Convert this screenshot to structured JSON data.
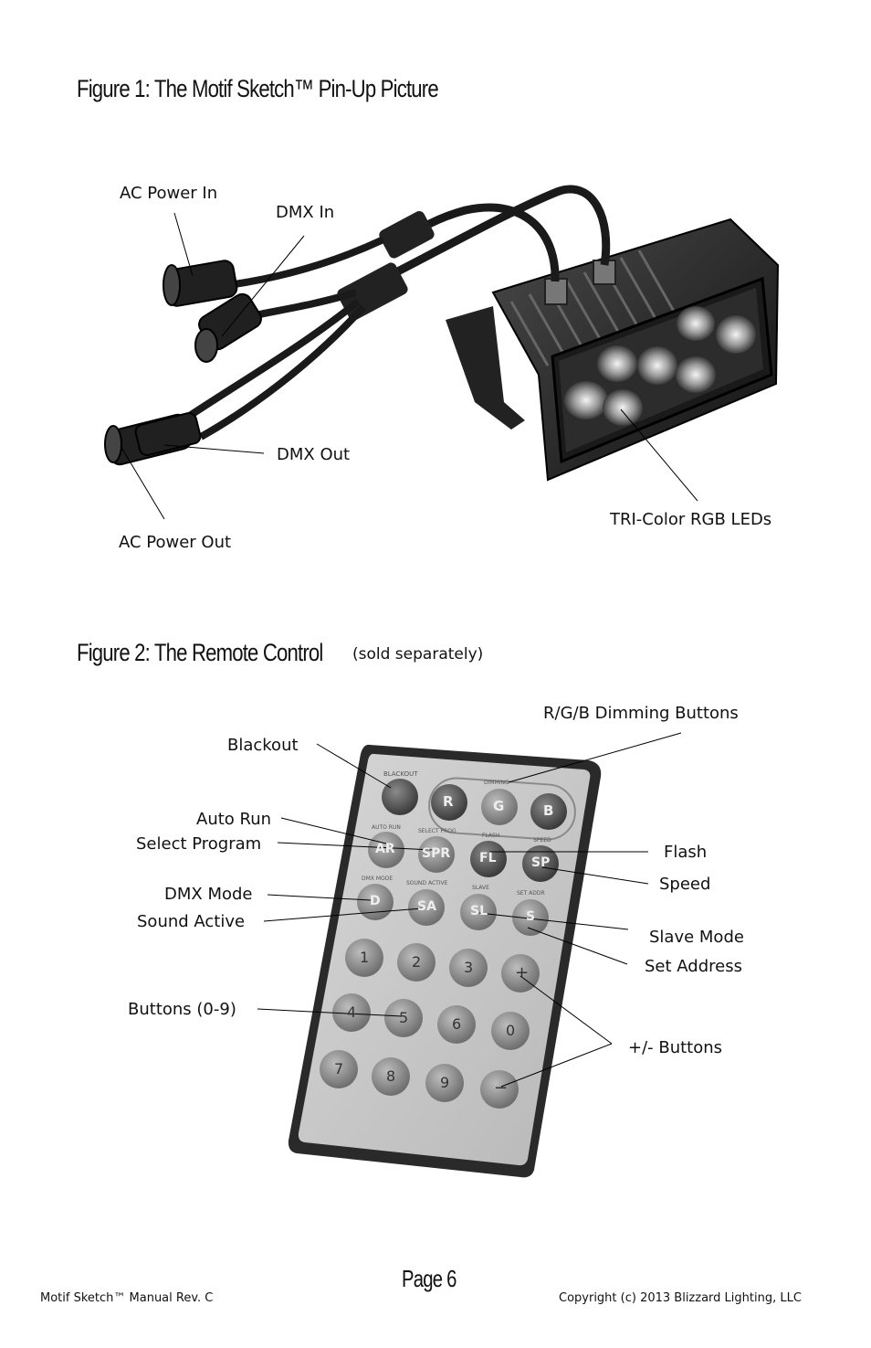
{
  "figure1": {
    "title": "Figure 1:  The Motif Sketch™ Pin-Up Picture",
    "labels": {
      "ac_power_in": "AC Power In",
      "dmx_in": "DMX In",
      "dmx_out": "DMX Out",
      "ac_power_out": "AC Power Out",
      "tri_color": "TRI-Color RGB LEDs"
    }
  },
  "figure2": {
    "title": "Figure 2: The Remote Control",
    "note": "(sold separately)",
    "labels": {
      "rgb_dimming": "R/G/B Dimming Buttons",
      "blackout": "Blackout",
      "auto_run": "Auto Run",
      "select_program": "Select Program",
      "flash": "Flash",
      "speed": "Speed",
      "dmx_mode": "DMX Mode",
      "sound_active": "Sound Active",
      "slave_mode": "Slave Mode",
      "set_address": "Set Address",
      "buttons_0_9": "Buttons (0-9)",
      "plus_minus": "+/- Buttons"
    },
    "remote": {
      "blackout_caption": "BLACKOUT",
      "dimming_caption": "DIMMING",
      "rgb": [
        "R",
        "G",
        "B"
      ],
      "row_captions": [
        "AUTO RUN",
        "SELECT PROG",
        "FLASH",
        "SPEED"
      ],
      "row_buttons": [
        "AR",
        "SPR",
        "FL",
        "SP"
      ],
      "row2_captions": [
        "DMX MODE",
        "SOUND ACTIVE",
        "SLAVE",
        "SET ADDR"
      ],
      "row2_buttons": [
        "D",
        "SA",
        "SL",
        "S"
      ],
      "keys": [
        "1",
        "2",
        "3",
        "+",
        "4",
        "5",
        "6",
        "0",
        "7",
        "8",
        "9",
        "−"
      ]
    }
  },
  "page_number": "Page 6",
  "footer": {
    "left": "Motif Sketch™ Manual Rev. C",
    "right": "Copyright (c) 2013 Blizzard Lighting, LLC"
  }
}
